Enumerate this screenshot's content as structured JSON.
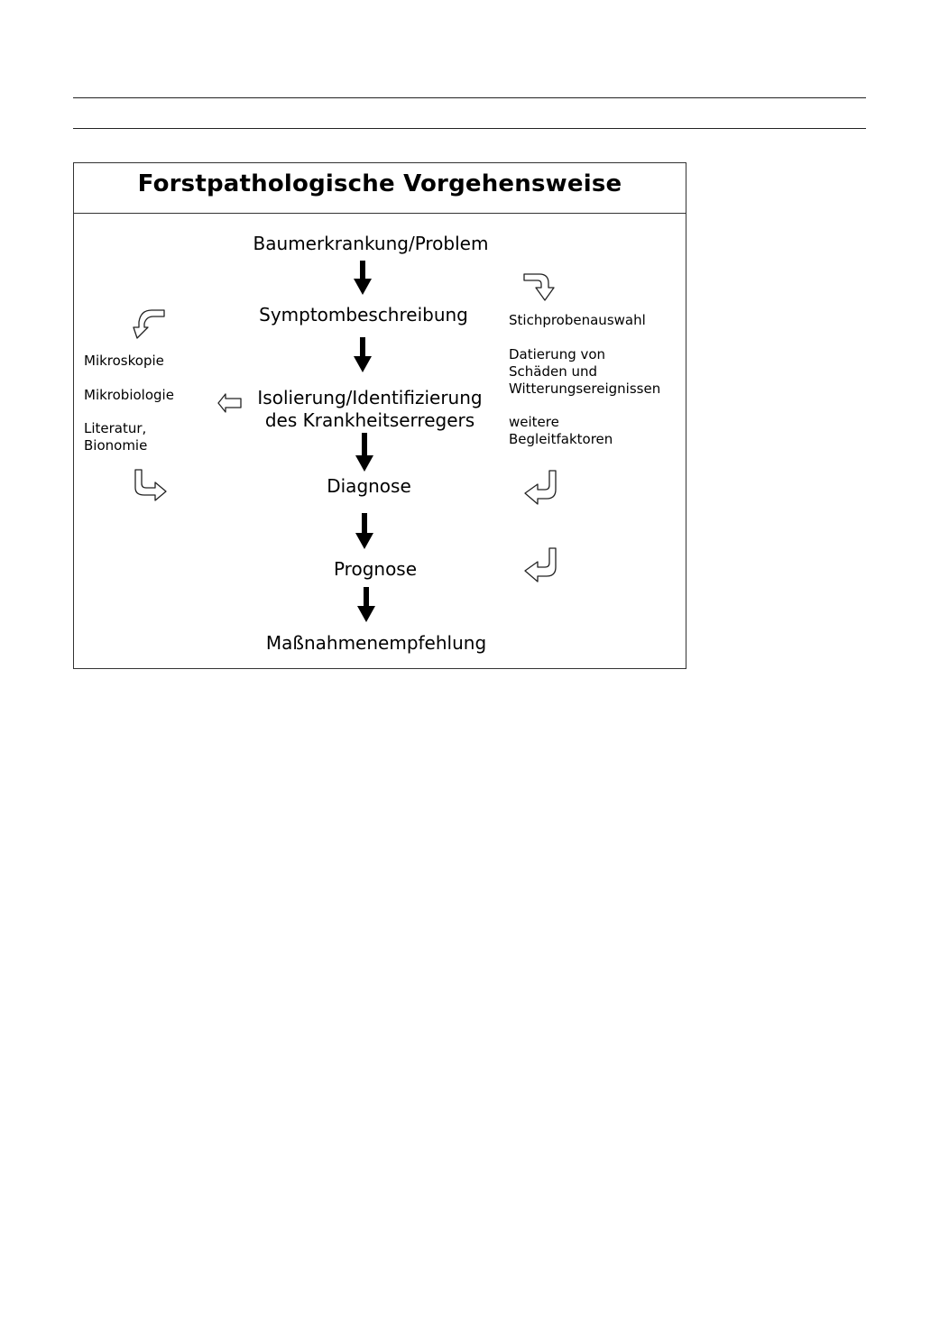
{
  "diagram": {
    "title": "Forstpathologische Vorgehensweise",
    "steps": {
      "problem": "Baumerkrankung/Problem",
      "symptoms": "Symptombeschreibung",
      "isolation_line1": "Isolierung/Identifizierung",
      "isolation_line2": "des Krankheitserregers",
      "diagnosis": "Diagnose",
      "prognosis": "Prognose",
      "measures": "Maßnahmenempfehlung"
    },
    "left_methods": {
      "microscopy": "Mikroskopie",
      "microbiology": "Mikrobiologie",
      "literature_line1": "Literatur,",
      "literature_line2": "Bionomie"
    },
    "right_factors": {
      "sampling": "Stichprobenauswahl",
      "dating_line1": "Datierung von",
      "dating_line2": "Schäden und",
      "dating_line3": "Witterungsereignissen",
      "further_line1": "weitere",
      "further_line2": "Begleitfaktoren"
    },
    "colors": {
      "line": "#333333",
      "arrow_fill": "#000000",
      "outline_arrow_fill": "#ffffff"
    }
  }
}
